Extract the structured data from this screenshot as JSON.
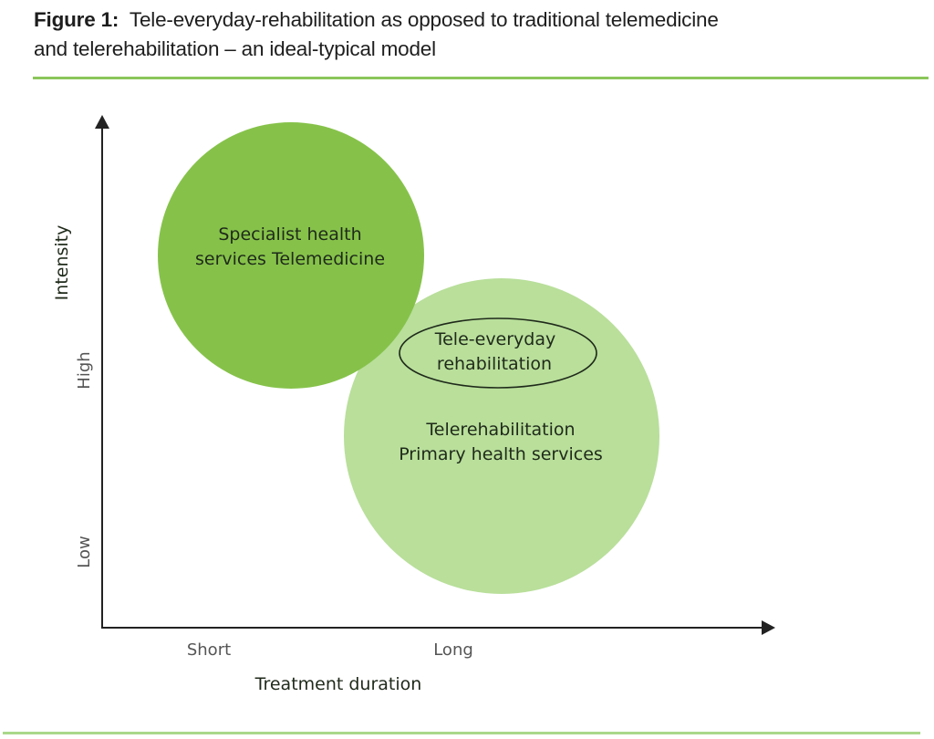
{
  "figure": {
    "label": "Figure 1:",
    "title_line1": "Tele-everyday-rehabilitation as opposed to traditional telemedicine",
    "title_line2": "and telerehabilitation – an ideal-typical model"
  },
  "axes": {
    "y_label": "Intensity",
    "y_ticks": [
      "High",
      "Low"
    ],
    "x_label": "Treatment duration",
    "x_ticks": [
      "Short",
      "Long"
    ]
  },
  "nodes": {
    "specialist": {
      "line1": "Specialist health",
      "line2": "services  Telemedicine",
      "color": "#86c24a"
    },
    "primary": {
      "line1": "Telerehabilitation",
      "line2": "Primary health services",
      "color": "#b9df9b"
    },
    "tele_everyday": {
      "line1": "Tele-everyday",
      "line2": "rehabilitation"
    }
  },
  "colors": {
    "rule_top": "#8cc65a",
    "rule_bottom": "#a9d88a",
    "axis": "#222222"
  }
}
